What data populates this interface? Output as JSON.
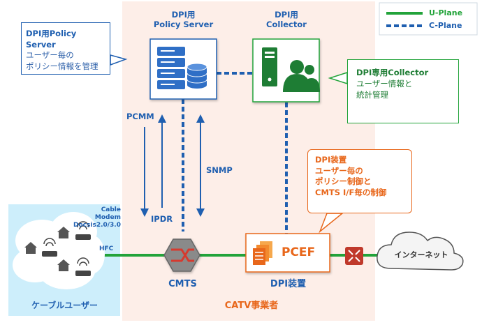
{
  "legend": {
    "u_plane": {
      "label": "U-Plane",
      "color": "#22a33a"
    },
    "c_plane": {
      "label": "C-Plane",
      "color": "#1f5fb0"
    }
  },
  "zones": {
    "catv": {
      "label": "CATV事業者",
      "color": "#fdeee8",
      "label_color": "#e8671b"
    },
    "cable_user": {
      "label": "ケーブルユーザー",
      "color": "#cdeefb",
      "label_color": "#1f5fb0"
    }
  },
  "nodes": {
    "policy_server": {
      "title": "DPI用\nPolicy Server"
    },
    "collector": {
      "title": "DPI用\nCollector"
    },
    "cmts": {
      "label": "CMTS"
    },
    "pcef": {
      "label": "PCEF",
      "caption": "DPI装置"
    },
    "internet": {
      "label": "インターネット"
    },
    "cable_modem": {
      "label": "Cable Modem\nDocsis2.0/3.0"
    },
    "hfc": {
      "label": "HFC"
    }
  },
  "links": {
    "pcmm": "PCMM",
    "ipdr": "IPDR",
    "snmp": "SNMP"
  },
  "callouts": {
    "policy_server": {
      "title": "DPI用Policy Server",
      "body": "ユーザー毎の\nポリシー情報を管理",
      "color": "#1f5fb0"
    },
    "collector": {
      "title": "DPI専用Collector",
      "body": "ユーザー情報と\n統計管理",
      "color": "#22a33a"
    },
    "dpi_device": {
      "text": "DPI装置\nユーザー毎の\nポリシー制御と\nCMTS I/F毎の制御",
      "color": "#e8671b"
    }
  },
  "colors": {
    "server_blue": "#2f6fc6",
    "collector_green": "#1e7d34",
    "cmts_gray": "#8a8a8a",
    "router_red": "#c0392b",
    "pcef_orange": "#f28a2e",
    "arrow_blue": "#1f5fb0"
  }
}
